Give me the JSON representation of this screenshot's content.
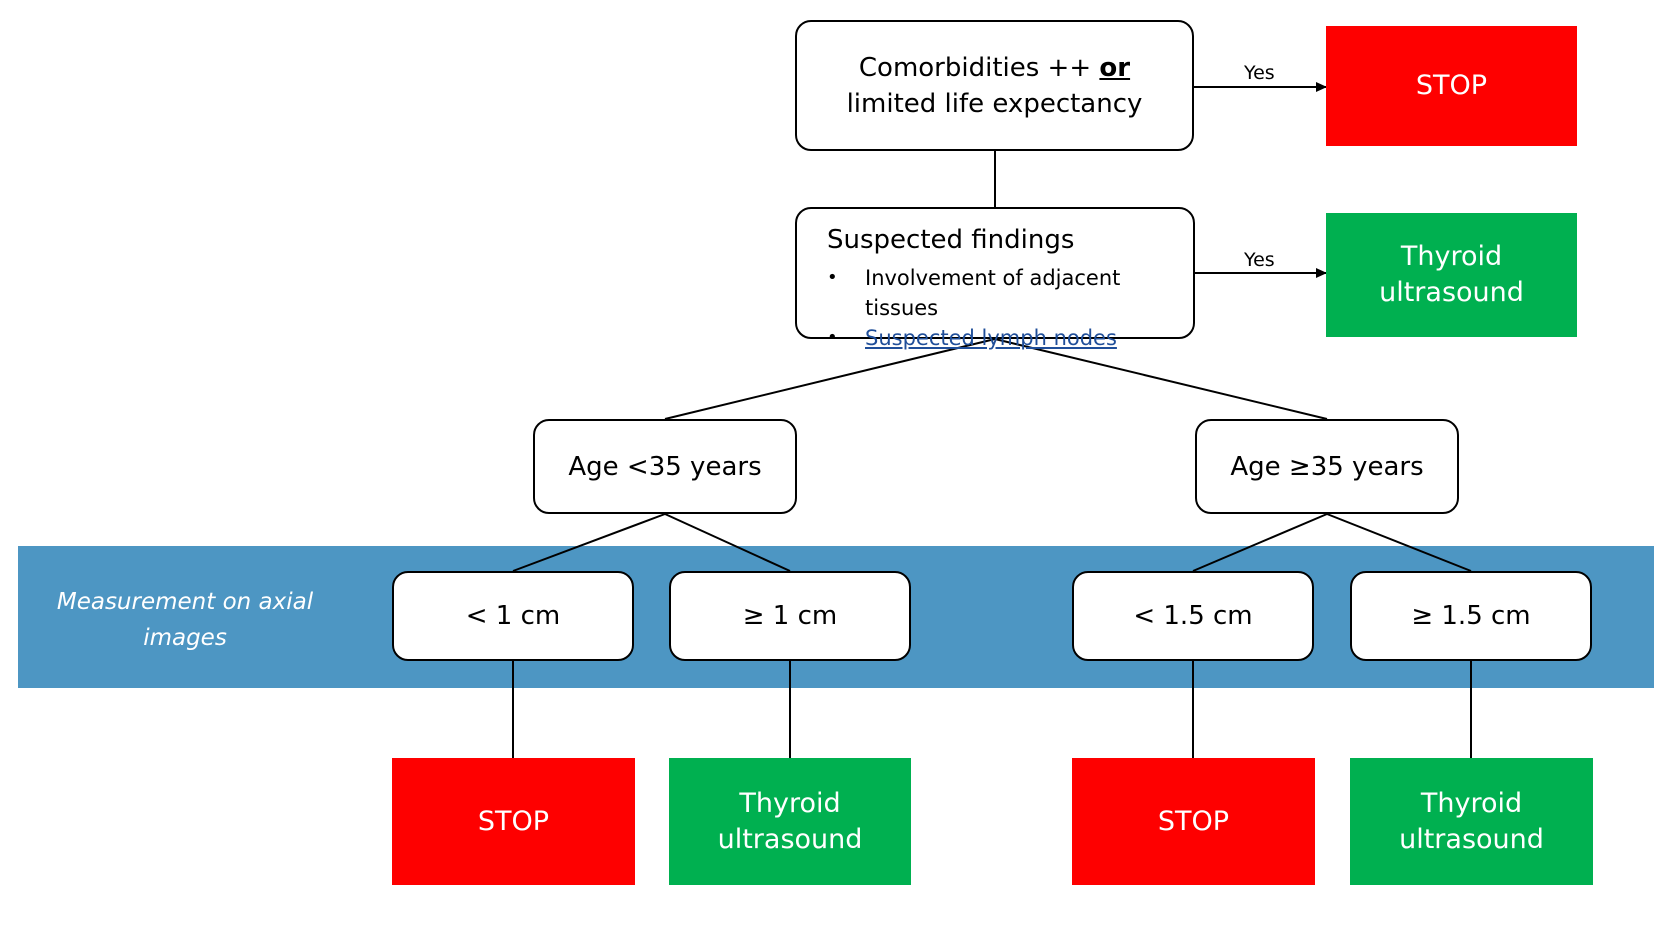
{
  "colors": {
    "band": "#4d96c3",
    "stop": "#fe0000",
    "ultrasound": "#00b050",
    "line": "#000000"
  },
  "band": {
    "label": "Measurement on axial images"
  },
  "nodes": {
    "comorbidities": {
      "text_before": "Comorbidities ++ ",
      "text_or": "or",
      "text_after": "limited life expectancy"
    },
    "findings": {
      "title": "Suspected findings",
      "items": [
        "Involvement of adjacent tissues",
        "Suspected lymph nodes"
      ]
    },
    "age_young": "Age <35 years",
    "age_old": "Age ≥35 years",
    "lt_1cm": "< 1 cm",
    "ge_1cm": "≥ 1 cm",
    "lt_15cm": "< 1.5 cm",
    "ge_15cm": "≥ 1.5 cm"
  },
  "edges": {
    "yes_label_1": "Yes",
    "yes_label_2": "Yes"
  },
  "outcomes": {
    "stop_top": "STOP",
    "ultrasound_top_line1": "Thyroid",
    "ultrasound_top_line2": "ultrasound",
    "stop_1": "STOP",
    "ultrasound_1_line1": "Thyroid",
    "ultrasound_1_line2": "ultrasound",
    "stop_2": "STOP",
    "ultrasound_2_line1": "Thyroid",
    "ultrasound_2_line2": "ultrasound"
  }
}
